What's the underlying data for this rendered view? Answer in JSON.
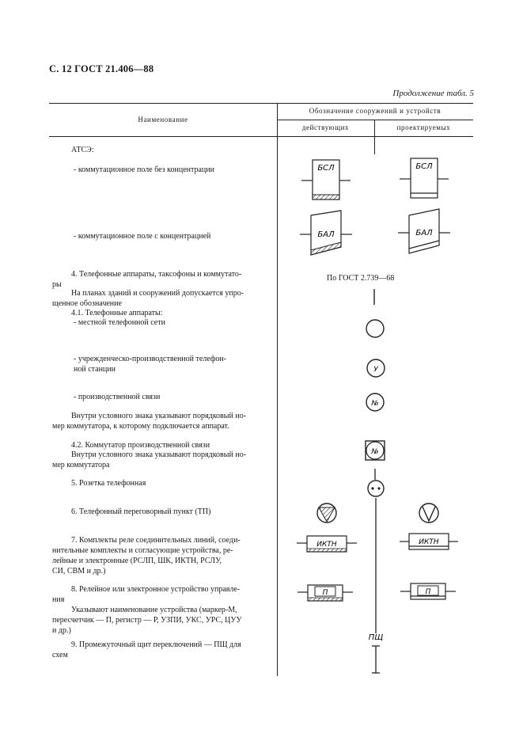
{
  "page": {
    "header": "С. 12 ГОСТ 21.406—88",
    "continuation": "Продолжение табл. 5"
  },
  "table": {
    "col_name": "Наименование",
    "col_symbol": "Обозначение сооружений и устройств",
    "col_existing": "действующих",
    "col_projected": "проектируемых"
  },
  "rows": {
    "atse": "АТСЭ:",
    "field_no_conc": "- коммутационное поле без концентрации",
    "field_conc": "- коммутационное поле с концентрацией",
    "phones_title_l1": "4. Телефонные аппараты, таксофоны и коммутато-",
    "phones_title_l2": "ры",
    "plans_note_l1": "На планах зданий и сооружений допускается упро-",
    "plans_note_l2": "щенное обозначение",
    "phones_41": "4.1. Телефонные аппараты:",
    "local_net": "- местной телефонной сети",
    "inst_station_l1": "- учрежденческо-производственной телефон-",
    "inst_station_l2": "ной станции",
    "prod_link": "- производственной связи",
    "inside_note1_l1": "Внутри условного знака указывают порядковый но-",
    "inside_note1_l2": "мер коммутатора, к которому подключается аппарат.",
    "switch_42": "4.2. Коммутатор производственной связи",
    "inside_note2_l1": "Внутри условного знака указывают порядковый но-",
    "inside_note2_l2": "мер коммутатора",
    "socket_5": "5. Розетка телефонная",
    "point_6": "6. Телефонный переговорный пункт (ТП)",
    "relay_7_l1": "7. Комплекты реле соединительных линий, соеди-",
    "relay_7_l2": "нительные комплекты и согласующие устройства, ре-",
    "relay_7_l3": "лейные и электронные (РСЛП, ШК, ИКТН, РСЛУ,",
    "relay_7_l4": "СИ, СВМ и др.)",
    "device_8_l1": "8. Релейное или электронное устройство управле-",
    "device_8_l2": "ния",
    "device_note_l1": "Указывают наименование устройства (маркер-М,",
    "device_note_l2": "пересчетчик — П, регистр — Р, УЗПИ, УКС, УРС, ЦУУ",
    "device_note_l3": "и др.)",
    "shield_9_l1": "9. Промежуточный щит переключений — ПЩ для",
    "shield_9_l2": "схем"
  },
  "symbols": {
    "bsl": "БСЛ",
    "bal": "БАЛ",
    "gost_ref": "По ГОСТ 2.739—68",
    "u": "У",
    "num": "№",
    "iktn": "ИКТН",
    "p": "П",
    "psch": "ПЩ"
  }
}
